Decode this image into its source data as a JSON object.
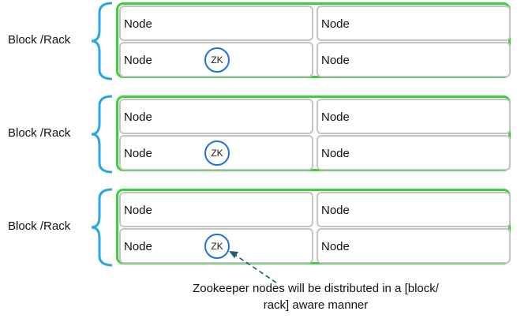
{
  "rack_label": "Block /Rack",
  "node_label": "Node",
  "zk_label": "ZK",
  "caption": {
    "line1": "Zookeeper nodes will be distributed in a [block/",
    "line2": "rack] aware manner"
  },
  "colors": {
    "rack_border": "#3ad13a",
    "node_border": "#c4c4c4",
    "zk_border": "#1f6fdc",
    "brace": "#29a8e0",
    "arrow": "#1f5e78"
  }
}
